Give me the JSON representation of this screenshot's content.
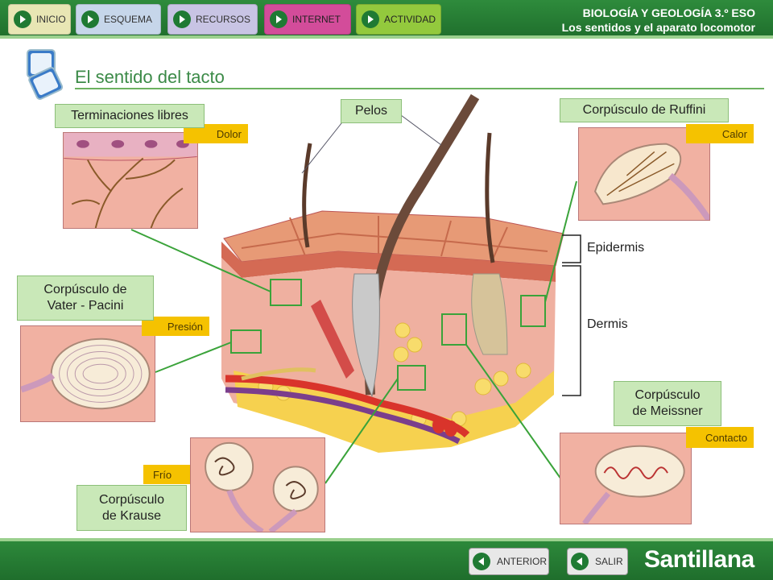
{
  "header": {
    "nav": [
      {
        "label": "INICIO"
      },
      {
        "label": "ESQUEMA"
      },
      {
        "label": "RECURSOS"
      },
      {
        "label": "INTERNET"
      },
      {
        "label": "ACTIVIDAD"
      }
    ],
    "course_line1": "BIOLOGÍA Y GEOLOGÍA 3.º ESO",
    "course_line2": "Los sentidos y el aparato locomotor"
  },
  "page_title": "El sentido del tacto",
  "labels": {
    "terminaciones": "Terminaciones libres",
    "dolor": "Dolor",
    "pelos": "Pelos",
    "ruffini": "Corpúsculo de Ruffini",
    "calor": "Calor",
    "epidermis": "Epidermis",
    "dermis": "Dermis",
    "pacini_1": "Corpúsculo de",
    "pacini_2": "Vater - Pacini",
    "presion": "Presión",
    "meissner_1": "Corpúsculo",
    "meissner_2": "de Meissner",
    "contacto": "Contacto",
    "frio": "Frío",
    "krause_1": "Corpúsculo",
    "krause_2": "de Krause"
  },
  "footer": {
    "anterior": "ANTERIOR",
    "salir": "SALIR",
    "brand": "Santillana"
  },
  "colors": {
    "bar_green": "#2e8b3c",
    "label_bg": "#c9e8b8",
    "tag_yellow": "#f5c200",
    "skin_pink": "#f1b1a2",
    "pointer_green": "#3aa33a"
  }
}
